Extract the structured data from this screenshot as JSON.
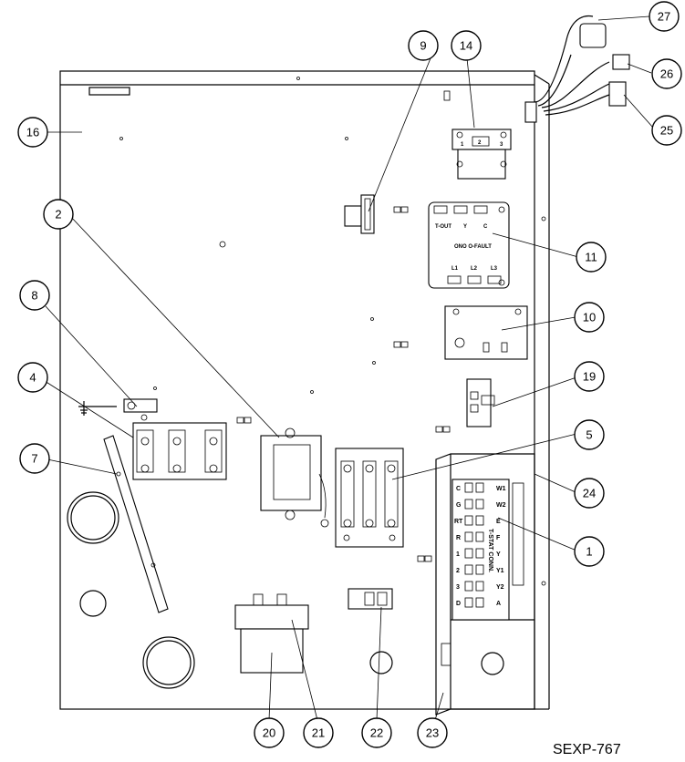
{
  "drawing_id": "SEXP-767",
  "callouts": [
    "1",
    "2",
    "4",
    "5",
    "7",
    "8",
    "9",
    "10",
    "11",
    "14",
    "16",
    "19",
    "20",
    "21",
    "22",
    "23",
    "24",
    "25",
    "26",
    "27"
  ],
  "board_11": {
    "top_labels": [
      "T-OUT",
      "Y",
      "C"
    ],
    "bottom_labels": [
      "L1",
      "L2",
      "L3"
    ],
    "note": "ONO O-FAULT"
  },
  "thermostat_terminals": {
    "left": [
      "C",
      "G",
      "RT",
      "R",
      "1",
      "2",
      "3",
      "D"
    ],
    "right": [
      "W1",
      "W2",
      "E",
      "F",
      "Y",
      "Y1",
      "Y2",
      "A"
    ],
    "strip_label": "T-STAT CONN."
  },
  "relay_14_labels": [
    "1",
    "2",
    "3"
  ]
}
